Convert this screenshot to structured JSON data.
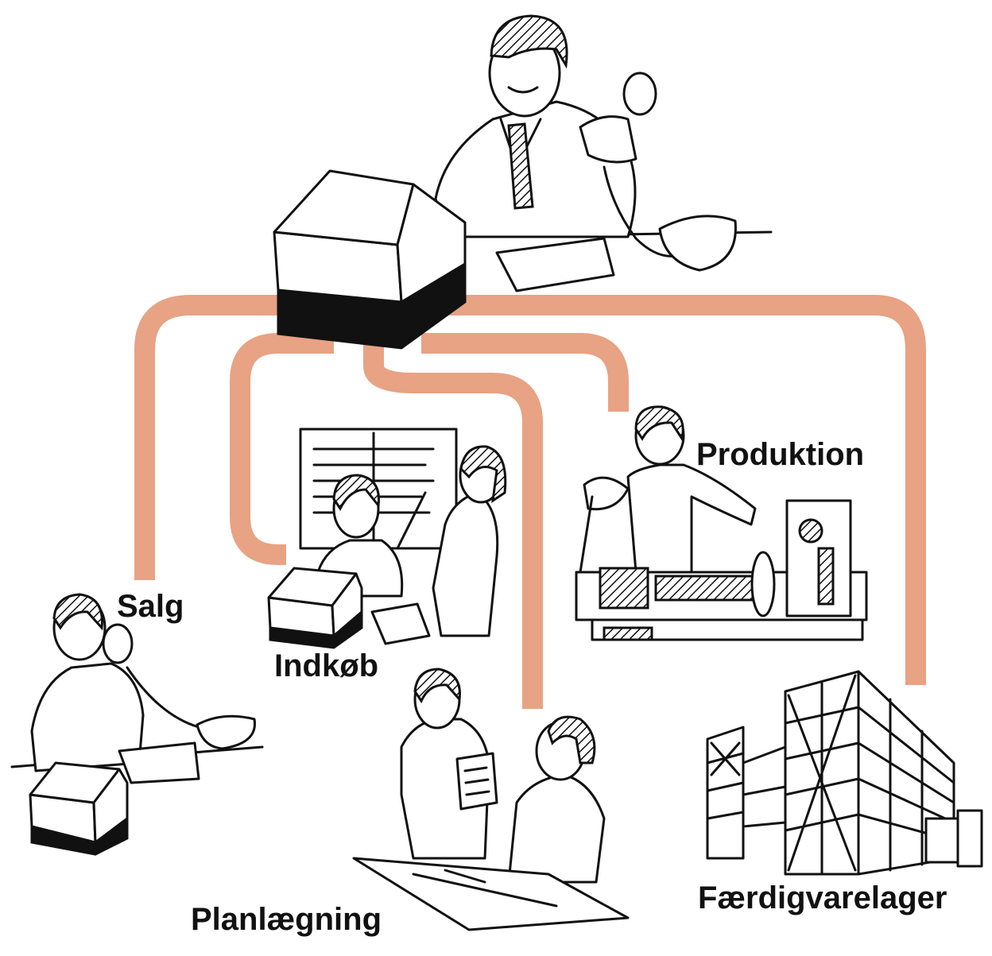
{
  "colors": {
    "connector": "#e8a284",
    "ink": "#111111",
    "background": "#ffffff"
  },
  "icons": [
    "computer-terminal-icon",
    "telephone-icon",
    "lathe-machine-icon",
    "warehouse-rack-icon",
    "clipboard-icon"
  ],
  "labels": {
    "salg": "Salg",
    "indkob": "Indkøb",
    "produktion": "Produktion",
    "planlaegning": "Planlægning",
    "faerdigvarelager": "Færdigvarelager"
  }
}
